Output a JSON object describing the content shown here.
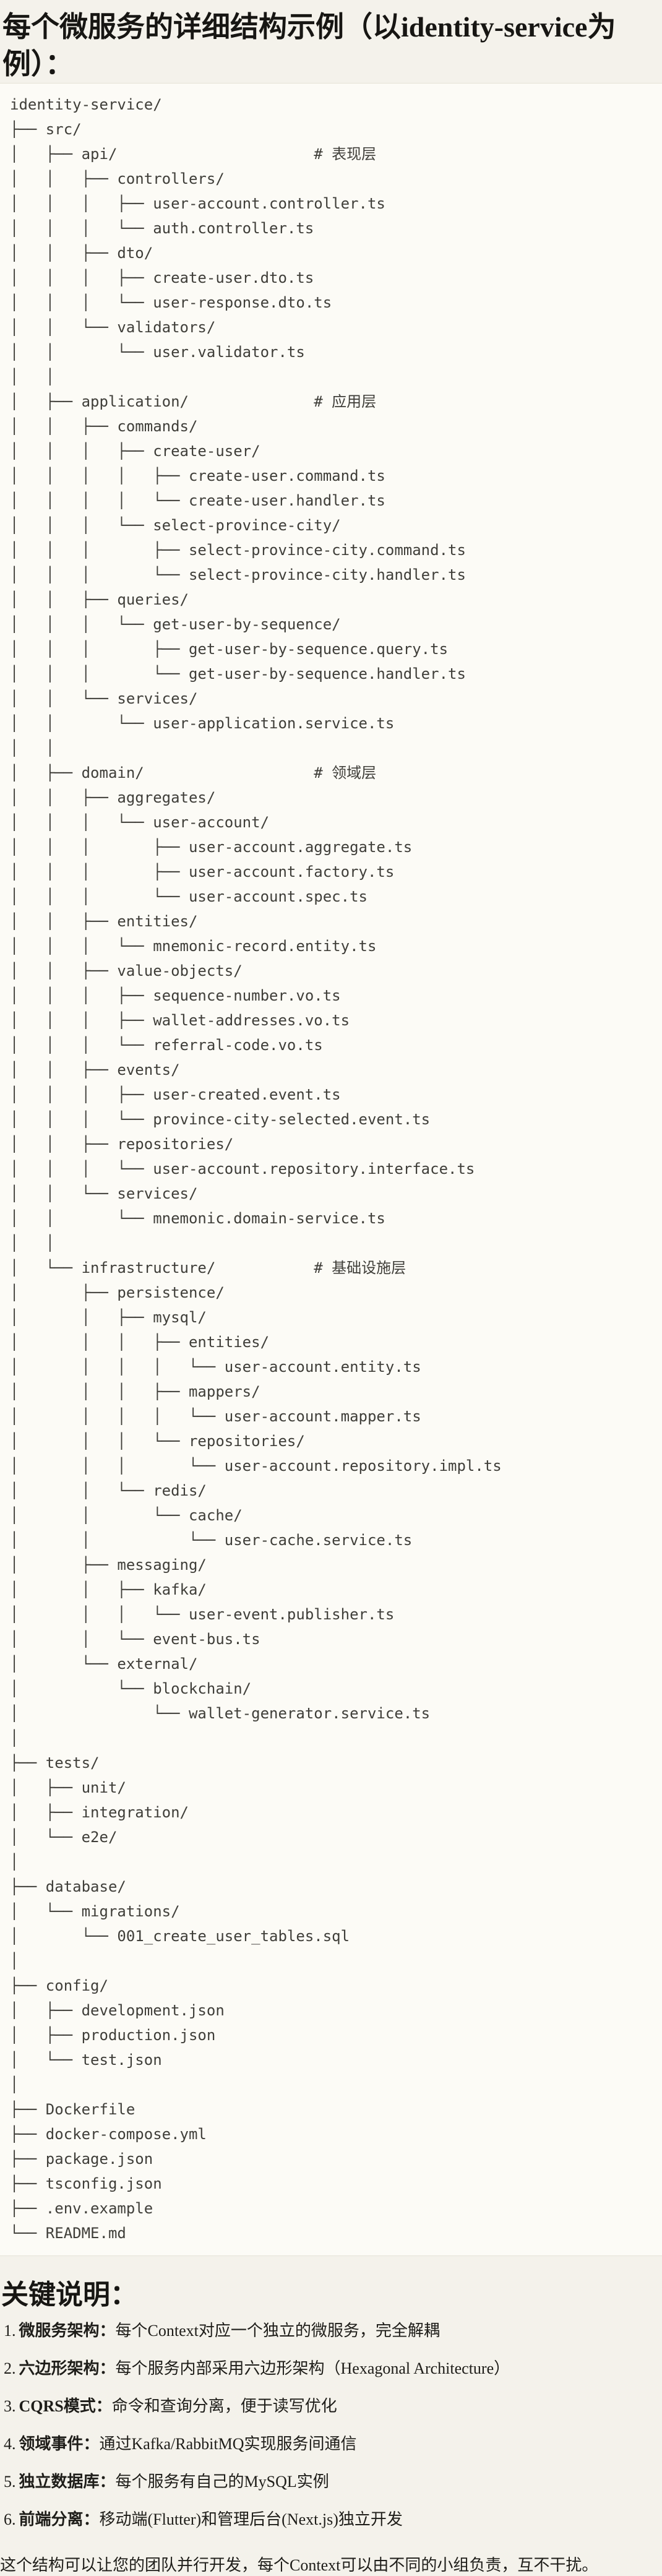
{
  "title": "每个微服务的详细结构示例（以identity-service为例）：",
  "tree_lines": [
    "identity-service/",
    "├── src/",
    "│   ├── api/                      # 表现层",
    "│   │   ├── controllers/",
    "│   │   │   ├── user-account.controller.ts",
    "│   │   │   └── auth.controller.ts",
    "│   │   ├── dto/",
    "│   │   │   ├── create-user.dto.ts",
    "│   │   │   └── user-response.dto.ts",
    "│   │   └── validators/",
    "│   │       └── user.validator.ts",
    "│   │",
    "│   ├── application/              # 应用层",
    "│   │   ├── commands/",
    "│   │   │   ├── create-user/",
    "│   │   │   │   ├── create-user.command.ts",
    "│   │   │   │   └── create-user.handler.ts",
    "│   │   │   └── select-province-city/",
    "│   │   │       ├── select-province-city.command.ts",
    "│   │   │       └── select-province-city.handler.ts",
    "│   │   ├── queries/",
    "│   │   │   └── get-user-by-sequence/",
    "│   │   │       ├── get-user-by-sequence.query.ts",
    "│   │   │       └── get-user-by-sequence.handler.ts",
    "│   │   └── services/",
    "│   │       └── user-application.service.ts",
    "│   │",
    "│   ├── domain/                   # 领域层",
    "│   │   ├── aggregates/",
    "│   │   │   └── user-account/",
    "│   │   │       ├── user-account.aggregate.ts",
    "│   │   │       ├── user-account.factory.ts",
    "│   │   │       └── user-account.spec.ts",
    "│   │   ├── entities/",
    "│   │   │   └── mnemonic-record.entity.ts",
    "│   │   ├── value-objects/",
    "│   │   │   ├── sequence-number.vo.ts",
    "│   │   │   ├── wallet-addresses.vo.ts",
    "│   │   │   └── referral-code.vo.ts",
    "│   │   ├── events/",
    "│   │   │   ├── user-created.event.ts",
    "│   │   │   └── province-city-selected.event.ts",
    "│   │   ├── repositories/",
    "│   │   │   └── user-account.repository.interface.ts",
    "│   │   └── services/",
    "│   │       └── mnemonic.domain-service.ts",
    "│   │",
    "│   └── infrastructure/           # 基础设施层",
    "│       ├── persistence/",
    "│       │   ├── mysql/",
    "│       │   │   ├── entities/",
    "│       │   │   │   └── user-account.entity.ts",
    "│       │   │   ├── mappers/",
    "│       │   │   │   └── user-account.mapper.ts",
    "│       │   │   └── repositories/",
    "│       │   │       └── user-account.repository.impl.ts",
    "│       │   └── redis/",
    "│       │       └── cache/",
    "│       │           └── user-cache.service.ts",
    "│       ├── messaging/",
    "│       │   ├── kafka/",
    "│       │   │   └── user-event.publisher.ts",
    "│       │   └── event-bus.ts",
    "│       └── external/",
    "│           └── blockchain/",
    "│               └── wallet-generator.service.ts",
    "│",
    "├── tests/",
    "│   ├── unit/",
    "│   ├── integration/",
    "│   └── e2e/",
    "│",
    "├── database/",
    "│   └── migrations/",
    "│       └── 001_create_user_tables.sql",
    "│",
    "├── config/",
    "│   ├── development.json",
    "│   ├── production.json",
    "│   └── test.json",
    "│",
    "├── Dockerfile",
    "├── docker-compose.yml",
    "├── package.json",
    "├── tsconfig.json",
    "├── .env.example",
    "└── README.md"
  ],
  "notes": {
    "heading": "关键说明：",
    "items": [
      {
        "num": "1.",
        "label": "微服务架构：",
        "text": "每个Context对应一个独立的微服务，完全解耦"
      },
      {
        "num": "2.",
        "label": "六边形架构：",
        "text": "每个服务内部采用六边形架构（Hexagonal Architecture）"
      },
      {
        "num": "3.",
        "label": "CQRS模式：",
        "text": "命令和查询分离，便于读写优化"
      },
      {
        "num": "4.",
        "label": "领域事件：",
        "text": "通过Kafka/RabbitMQ实现服务间通信"
      },
      {
        "num": "5.",
        "label": "独立数据库：",
        "text": "每个服务有自己的MySQL实例"
      },
      {
        "num": "6.",
        "label": "前端分离：",
        "text": "移动端(Flutter)和管理后台(Next.js)独立开发"
      }
    ]
  },
  "closing": "这个结构可以让您的团队并行开发，每个Context可以由不同的小组负责，互不干扰。"
}
